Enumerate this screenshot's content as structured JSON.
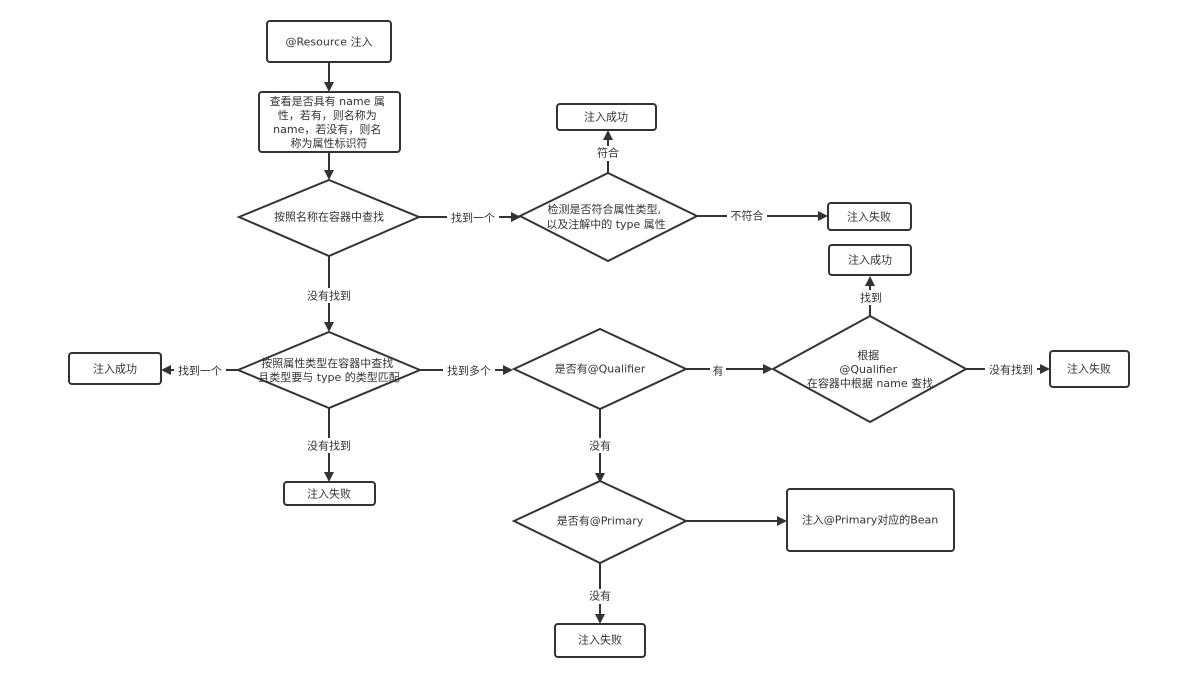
{
  "nodes": {
    "start": "@Resource 注入",
    "check_name": [
      "查看是否具有 name 属",
      "性，若有，则名称为",
      "name，若没有，则名",
      "称为属性标识符"
    ],
    "find_by_name": "按照名称在容器中查找",
    "check_type": [
      "检测是否符合属性类型,",
      "以及注解中的 type 属性"
    ],
    "success_top": "注入成功",
    "fail_top": "注入失败",
    "find_by_type": [
      "按照属性类型在容器中查找",
      "且类型要与 type 的类型匹配"
    ],
    "success_left": "注入成功",
    "fail_mid": "注入失败",
    "has_qualifier": "是否有@Qualifier",
    "qualifier_lookup": [
      "根据",
      "@Qualifier",
      "在容器中根据 name 查找"
    ],
    "success_right": "注入成功",
    "fail_right": "注入失败",
    "has_primary": "是否有@Primary",
    "inject_primary": "注入@Primary对应的Bean",
    "fail_bottom": "注入失败"
  },
  "edge_labels": {
    "found_one_a": "找到一个",
    "match": "符合",
    "no_match": "不符合",
    "not_found_a": "没有找到",
    "found_one_b": "找到一个",
    "found_many": "找到多个",
    "not_found_b": "没有找到",
    "has": "有",
    "found": "找到",
    "not_found_c": "没有找到",
    "none_a": "没有",
    "none_b": "没有"
  }
}
